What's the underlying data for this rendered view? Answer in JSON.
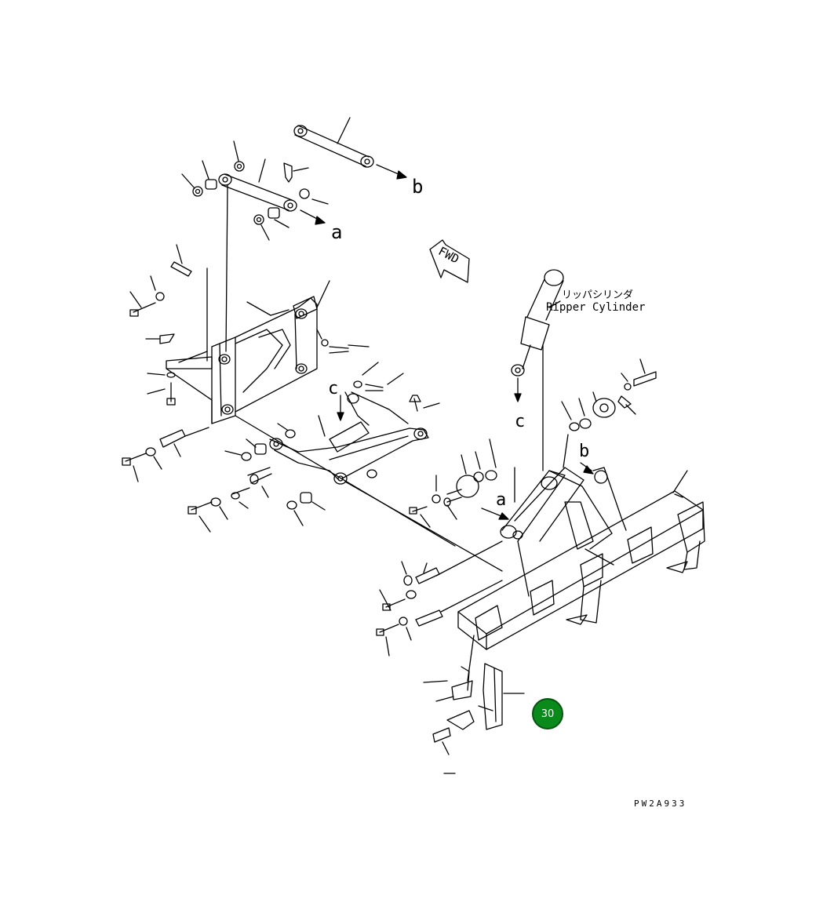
{
  "labels": {
    "a_top": "a",
    "b_top": "b",
    "c_left": "c",
    "c_right": "c",
    "b_right": "b",
    "a_right": "a",
    "fwd": "FWD",
    "cyl_jp": "リッパシリンダ",
    "cyl_en": "Ripper Cylinder"
  },
  "drawing_code": "PW2A933",
  "hotspot": {
    "label": "30",
    "color": "#0b8a1c"
  }
}
